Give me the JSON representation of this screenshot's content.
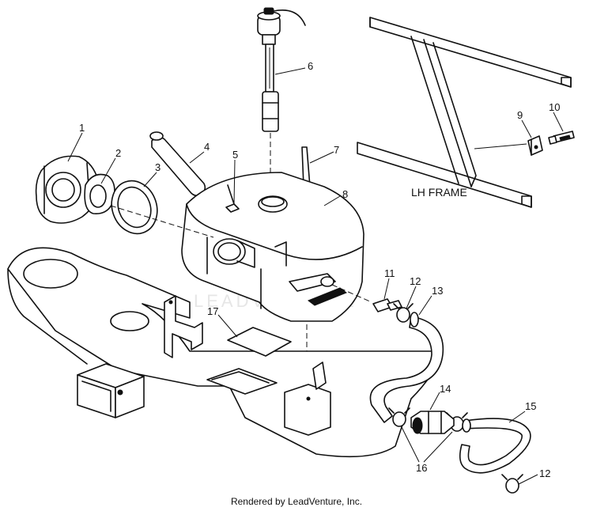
{
  "diagram": {
    "frame_label": "LH FRAME",
    "credit": "Rendered by LeadVenture, Inc.",
    "watermark_text": "LEADVENTURE",
    "callouts": [
      "1",
      "2",
      "3",
      "4",
      "5",
      "6",
      "7",
      "8",
      "9",
      "10",
      "11",
      "12",
      "13",
      "14",
      "15",
      "16",
      "12",
      "17"
    ]
  }
}
